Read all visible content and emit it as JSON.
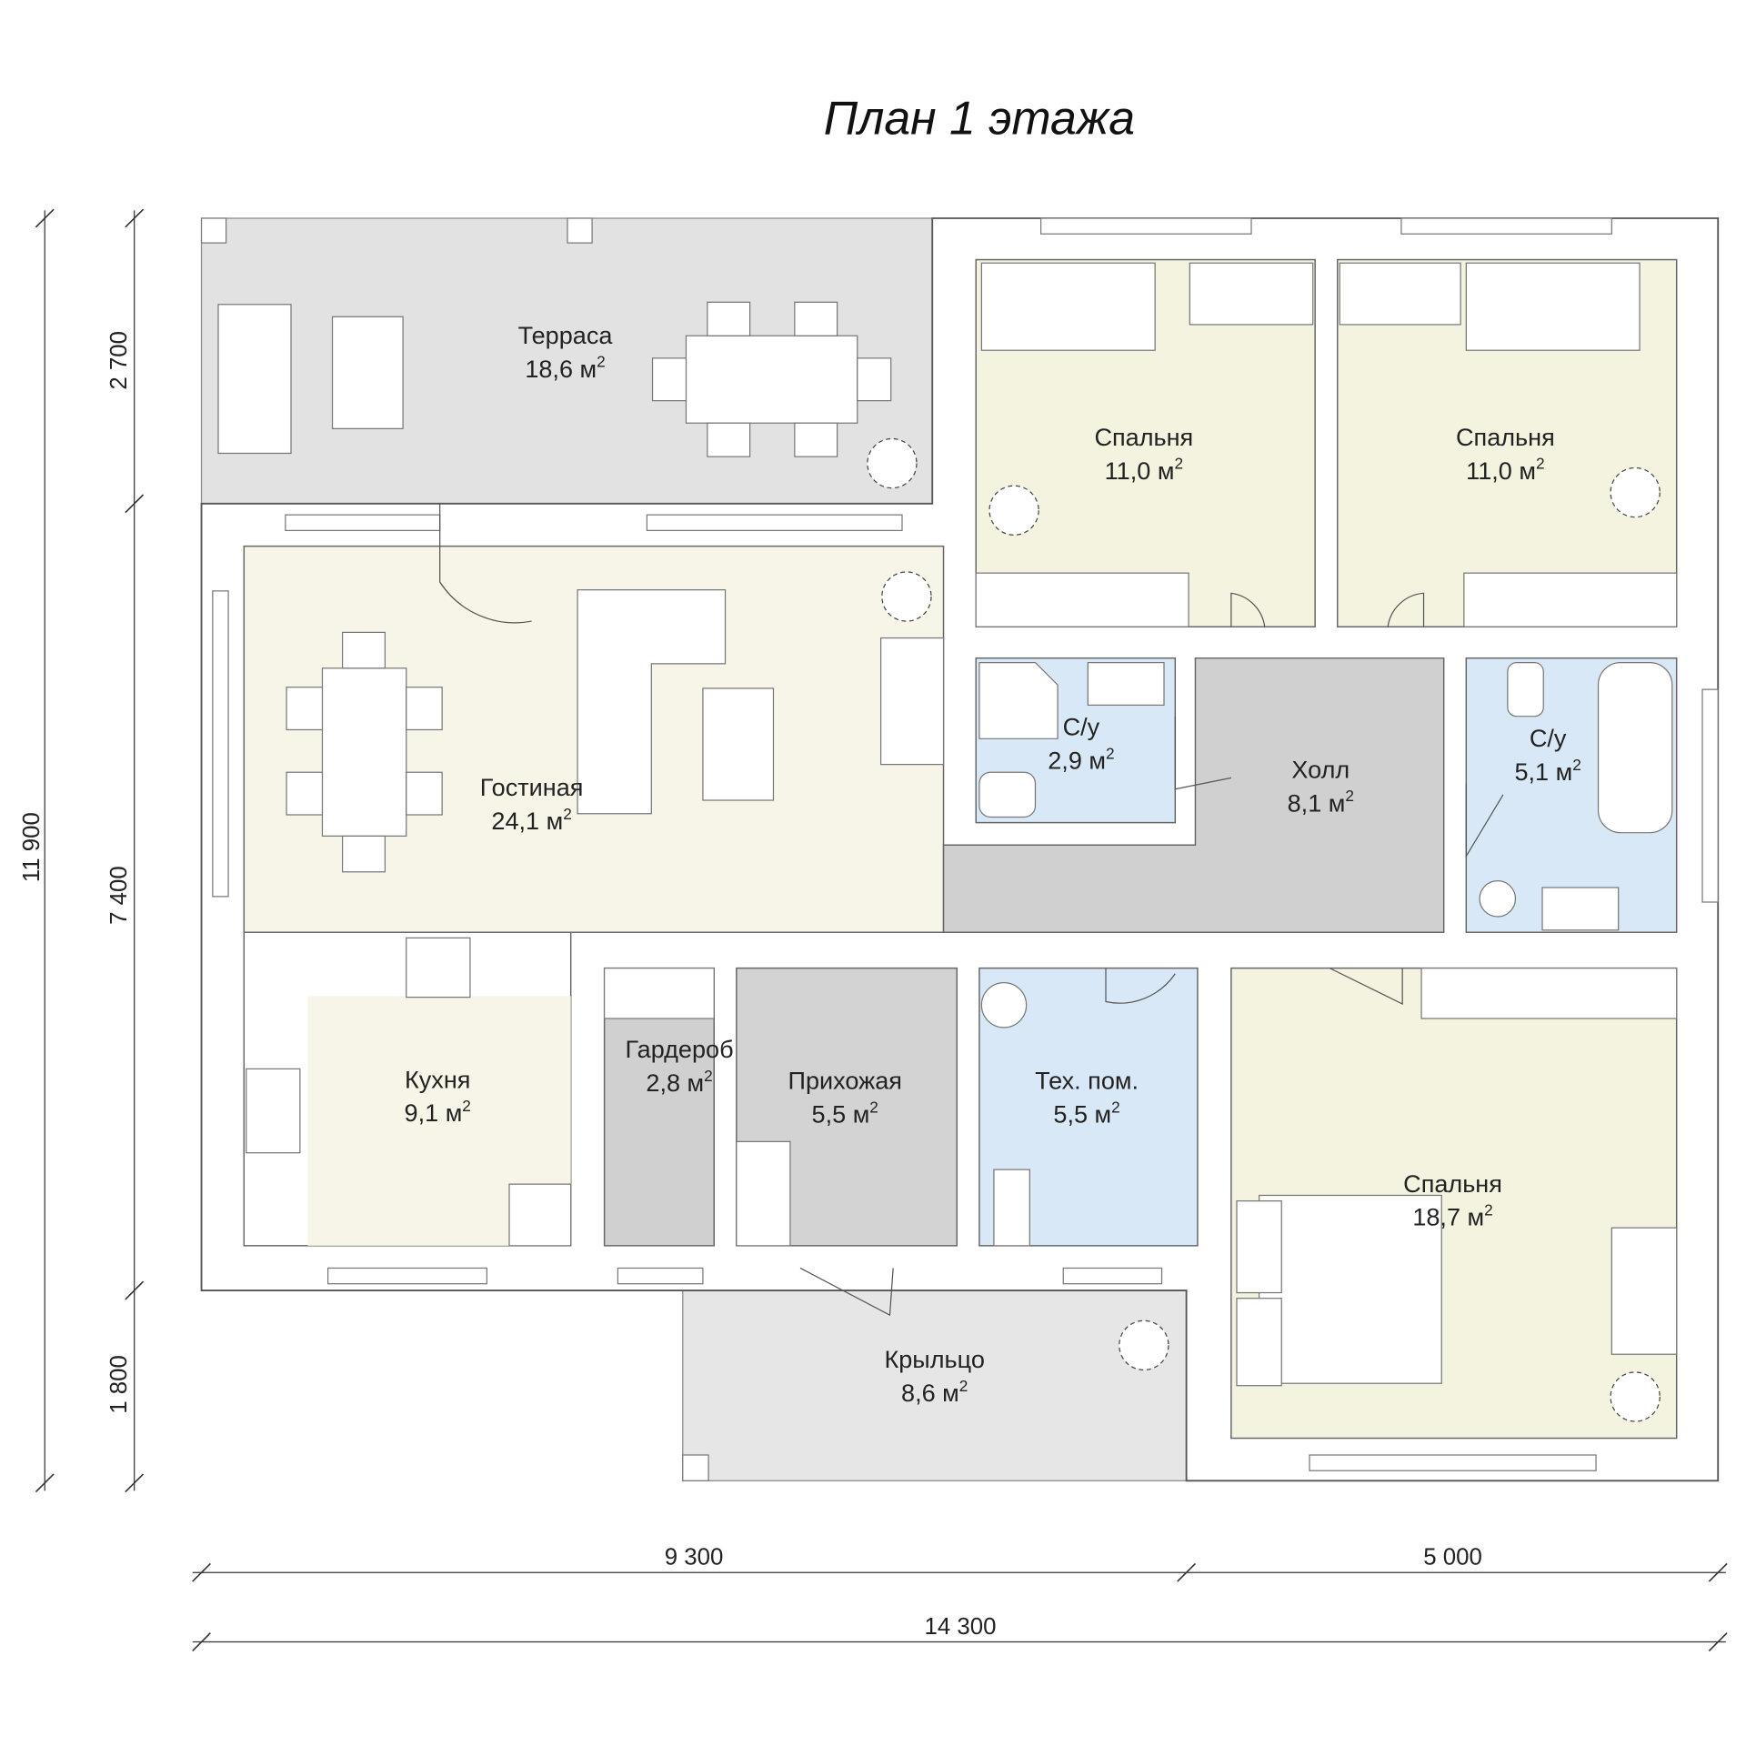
{
  "title": "План 1 этажа",
  "unit": "м",
  "unit_power": "2",
  "rooms": [
    {
      "id": "terrace",
      "name": "Терраса",
      "area": "18,6"
    },
    {
      "id": "bedroom-1",
      "name": "Спальня",
      "area": "11,0"
    },
    {
      "id": "bedroom-2",
      "name": "Спальня",
      "area": "11,0"
    },
    {
      "id": "bathroom-1",
      "name": "С/у",
      "area": "2,9"
    },
    {
      "id": "hall",
      "name": "Холл",
      "area": "8,1"
    },
    {
      "id": "bathroom-2",
      "name": "С/у",
      "area": "5,1"
    },
    {
      "id": "living-room",
      "name": "Гостиная",
      "area": "24,1"
    },
    {
      "id": "kitchen",
      "name": "Кухня",
      "area": "9,1"
    },
    {
      "id": "wardrobe",
      "name": "Гардероб",
      "area": "2,8"
    },
    {
      "id": "entrance-hall",
      "name": "Прихожая",
      "area": "5,5"
    },
    {
      "id": "utility-room",
      "name": "Тех. пом.",
      "area": "5,5"
    },
    {
      "id": "bedroom-3",
      "name": "Спальня",
      "area": "18,7"
    },
    {
      "id": "porch",
      "name": "Крыльцо",
      "area": "8,6"
    }
  ],
  "dimensions": {
    "left_outer": "11 900",
    "left_inner": [
      "2 700",
      "7 400",
      "1 800"
    ],
    "bottom_inner": [
      "9 300",
      "5 000"
    ],
    "bottom_outer": "14 300"
  },
  "colors": {
    "terrace": "#e2e2e2",
    "living": "#f7f5e7",
    "bedroom": "#f3f3df",
    "wet": "#d9e8f6",
    "hall": "#d0d0d0",
    "porch": "#e6e6e6"
  }
}
